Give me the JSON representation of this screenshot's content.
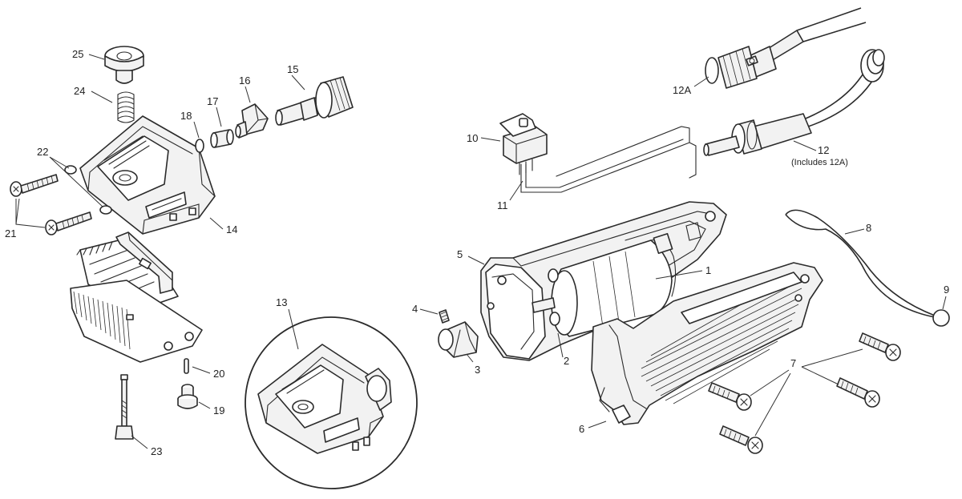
{
  "diagram": {
    "callouts": {
      "c1": "1",
      "c2": "2",
      "c3": "3",
      "c4": "4",
      "c5": "5",
      "c6": "6",
      "c7": "7",
      "c8": "8",
      "c9": "9",
      "c10": "10",
      "c11": "11",
      "c12": "12",
      "c12_note": "(Includes 12A)",
      "c12a": "12A",
      "c13": "13",
      "c14": "14",
      "c15": "15",
      "c16": "16",
      "c17": "17",
      "c18": "18",
      "c19": "19",
      "c20": "20",
      "c21": "21",
      "c22": "22",
      "c23": "23",
      "c24": "24",
      "c25": "25"
    },
    "colors": {
      "line": "#2b2b2b",
      "fill": "#f2f2f2",
      "background": "#ffffff"
    }
  }
}
